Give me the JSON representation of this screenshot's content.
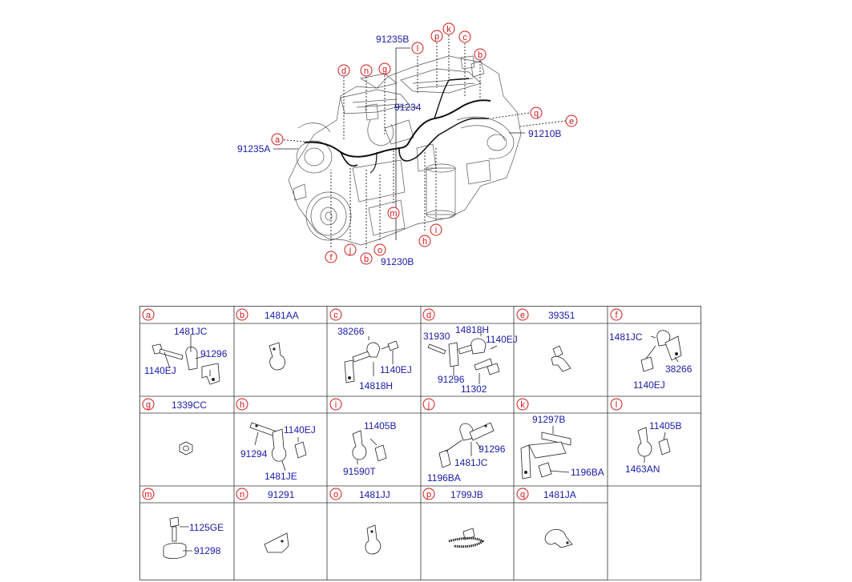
{
  "overview": {
    "callouts": [
      {
        "id": "a",
        "letter": "a"
      },
      {
        "id": "b1",
        "letter": "b"
      },
      {
        "id": "c",
        "letter": "c"
      },
      {
        "id": "d",
        "letter": "d"
      },
      {
        "id": "e",
        "letter": "e"
      },
      {
        "id": "f",
        "letter": "f"
      },
      {
        "id": "g",
        "letter": "g"
      },
      {
        "id": "h",
        "letter": "h"
      },
      {
        "id": "i",
        "letter": "i"
      },
      {
        "id": "j",
        "letter": "j"
      },
      {
        "id": "k",
        "letter": "k"
      },
      {
        "id": "l",
        "letter": "l"
      },
      {
        "id": "m",
        "letter": "m"
      },
      {
        "id": "n",
        "letter": "n"
      },
      {
        "id": "o",
        "letter": "o"
      },
      {
        "id": "p",
        "letter": "p"
      },
      {
        "id": "q",
        "letter": "q"
      },
      {
        "id": "b2",
        "letter": "b"
      }
    ],
    "part_labels": [
      {
        "id": "91235B",
        "text": "91235B"
      },
      {
        "id": "91234",
        "text": "91234"
      },
      {
        "id": "91210B",
        "text": "91210B"
      },
      {
        "id": "91235A",
        "text": "91235A"
      },
      {
        "id": "91230B",
        "text": "91230B"
      }
    ]
  },
  "table": {
    "cells": [
      {
        "letter": "a",
        "header": "",
        "labels": [
          "1481JC",
          "91296",
          "1140EJ"
        ]
      },
      {
        "letter": "b",
        "header": "1481AA",
        "labels": []
      },
      {
        "letter": "c",
        "header": "",
        "labels": [
          "38266",
          "1140EJ",
          "14818H"
        ]
      },
      {
        "letter": "d",
        "header": "",
        "labels": [
          "31930",
          "14818H",
          "1140EJ",
          "91296",
          "11302"
        ]
      },
      {
        "letter": "e",
        "header": "39351",
        "labels": []
      },
      {
        "letter": "f",
        "header": "",
        "labels": [
          "1481JC",
          "38266",
          "1140EJ"
        ]
      },
      {
        "letter": "g",
        "header": "1339CC",
        "labels": []
      },
      {
        "letter": "h",
        "header": "",
        "labels": [
          "1140EJ",
          "91294",
          "1481JE"
        ]
      },
      {
        "letter": "i",
        "header": "",
        "labels": [
          "11405B",
          "91590T"
        ]
      },
      {
        "letter": "j",
        "header": "",
        "labels": [
          "91296",
          "1481JC",
          "1196BA"
        ]
      },
      {
        "letter": "k",
        "header": "",
        "labels": [
          "91297B",
          "1196BA"
        ]
      },
      {
        "letter": "l",
        "header": "",
        "labels": [
          "11405B",
          "1463AN"
        ]
      },
      {
        "letter": "m",
        "header": "",
        "labels": [
          "1125GE",
          "91298"
        ]
      },
      {
        "letter": "n",
        "header": "91291",
        "labels": []
      },
      {
        "letter": "o",
        "header": "1481JJ",
        "labels": []
      },
      {
        "letter": "p",
        "header": "1799JB",
        "labels": []
      },
      {
        "letter": "q",
        "header": "1481JA",
        "labels": []
      }
    ]
  },
  "colors": {
    "callout": "#d01818",
    "part_number": "#1a1aa8",
    "line": "#222222"
  }
}
